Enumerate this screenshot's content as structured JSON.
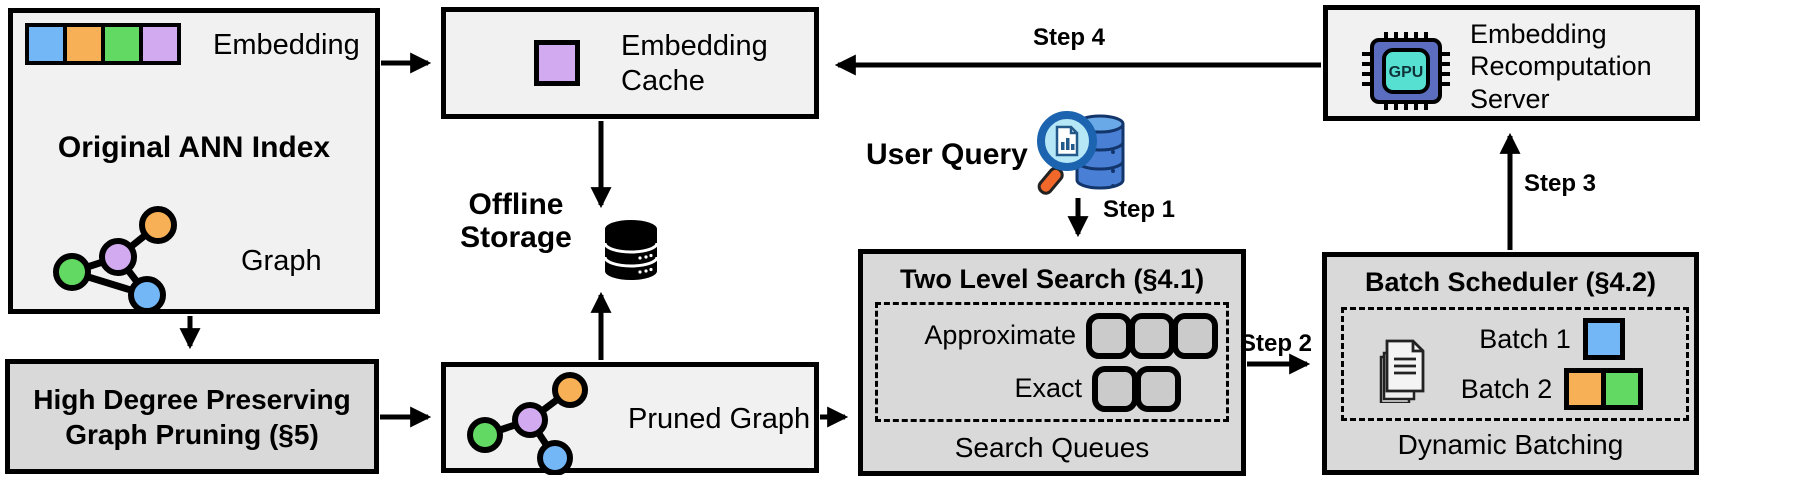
{
  "colors": {
    "blue": "#74b7f7",
    "orange": "#f7b055",
    "green": "#62d962",
    "purple": "#d2aaf0",
    "light_box_bg": "#f1f1f1",
    "dark_box_bg": "#d9d9d9",
    "queue_slot_fill": "#cbcbcb",
    "gpu_chip_body": "#5b6dbe",
    "gpu_chip_core": "#55e0d2",
    "query_db_blue": "#4a7fd6",
    "query_lens_fill": "#b5e7f7",
    "query_lens_ring": "#1c64b0",
    "query_handle_orange": "#f2682a"
  },
  "ann_index": {
    "title": "Original ANN Index",
    "embedding_label": "Embedding",
    "graph_label": "Graph",
    "embedding_colors": [
      "blue",
      "orange",
      "green",
      "purple"
    ]
  },
  "embedding_cache": {
    "label": "Embedding Cache"
  },
  "recomputation_server": {
    "label": "Embedding Recomputation Server",
    "gpu_icon_text": "GPU"
  },
  "offline_storage": {
    "label": "Offline Storage"
  },
  "user_query": {
    "label": "User Query"
  },
  "two_level_search": {
    "title": "Two Level Search (§4.1)",
    "rows": [
      {
        "label": "Approximate",
        "slots": 3
      },
      {
        "label": "Exact",
        "slots": 2
      }
    ],
    "footer": "Search Queues"
  },
  "batch_scheduler": {
    "title": "Batch Scheduler (§4.2)",
    "batches": [
      {
        "label": "Batch 1",
        "colors": [
          "blue"
        ]
      },
      {
        "label": "Batch 2",
        "colors": [
          "orange",
          "green"
        ]
      }
    ],
    "footer": "Dynamic Batching"
  },
  "graph_pruning": {
    "title": "High Degree Preserving Graph Pruning (§5)"
  },
  "pruned_graph": {
    "label": "Pruned Graph"
  },
  "steps": {
    "step1": "Step 1",
    "step2": "Step 2",
    "step3": "Step 3",
    "step4": "Step 4"
  }
}
